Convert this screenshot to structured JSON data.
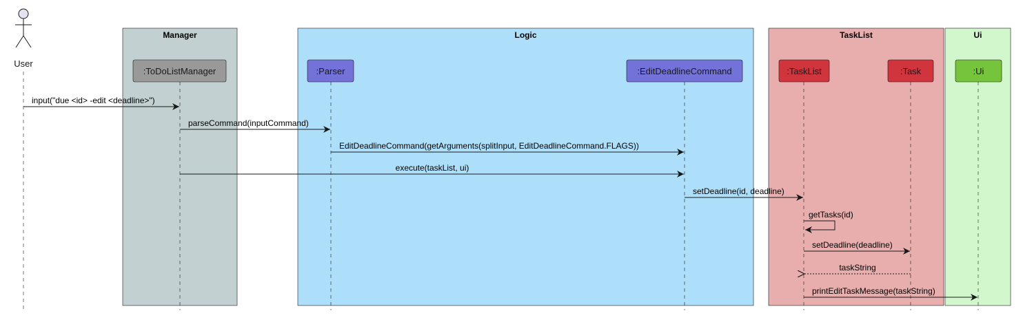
{
  "boxes": [
    {
      "id": "manager",
      "title": "Manager",
      "color": "#C2D0D1"
    },
    {
      "id": "logic",
      "title": "Logic",
      "color": "#ADDFFA"
    },
    {
      "id": "tasklist",
      "title": "TaskList",
      "color": "#E8ADAD"
    },
    {
      "id": "ui",
      "title": "Ui",
      "color": "#D2F7CC"
    }
  ],
  "actor": {
    "label": "User"
  },
  "participants": [
    {
      "id": "manager",
      "label": ":ToDoListManager",
      "color": "#999999"
    },
    {
      "id": "parser",
      "label": ":Parser",
      "color": "#7372D9"
    },
    {
      "id": "edit",
      "label": ":EditDeadlineCommand",
      "color": "#7372D9"
    },
    {
      "id": "tasklist",
      "label": ":TaskList",
      "color": "#D0353E"
    },
    {
      "id": "task",
      "label": ":Task",
      "color": "#D0353E"
    },
    {
      "id": "ui",
      "label": ":Ui",
      "color": "#75C43C"
    }
  ],
  "messages": [
    {
      "from": "user",
      "to": "manager",
      "label": "input(\"due <id> -edit <deadline>\")",
      "style": "solid"
    },
    {
      "from": "manager",
      "to": "parser",
      "label": "parseCommand(inputCommand)",
      "style": "solid"
    },
    {
      "from": "parser",
      "to": "edit",
      "label": "EditDeadlineCommand(getArguments(splitInput, EditDeadlineCommand.FLAGS))",
      "style": "solid"
    },
    {
      "from": "manager",
      "to": "edit",
      "label": "execute(taskList, ui)",
      "style": "solid"
    },
    {
      "from": "edit",
      "to": "tasklist",
      "label": "setDeadline(id, deadline)",
      "style": "solid"
    },
    {
      "from": "tasklist",
      "to": "tasklist",
      "label": "getTasks(id)",
      "style": "self"
    },
    {
      "from": "tasklist",
      "to": "task",
      "label": "setDeadline(deadline)",
      "style": "solid"
    },
    {
      "from": "task",
      "to": "tasklist",
      "label": "taskString",
      "style": "dashed"
    },
    {
      "from": "tasklist",
      "to": "ui",
      "label": "printEditTaskMessage(taskString)",
      "style": "solid"
    }
  ]
}
